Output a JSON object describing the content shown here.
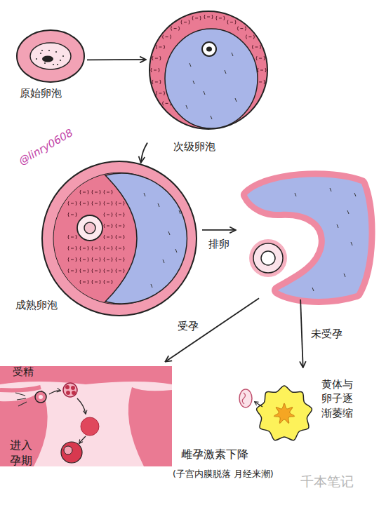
{
  "diagram": {
    "nodes": [
      {
        "text": [
          "原始卵泡"
        ]
      },
      {
        "text": [
          "次级卵泡"
        ]
      },
      {
        "text": [
          "成熟卵泡"
        ]
      },
      {
        "text": []
      },
      {
        "text": [
          "受精",
          "进入孕期"
        ]
      },
      {
        "text": [
          "黄体与卵子逐渐萎缩",
          "雌孕激素下降",
          "(子宫内膜脱落 月经来潮)"
        ]
      }
    ],
    "edges": [
      {
        "from": 0,
        "to": 1,
        "arrow": "to"
      },
      {
        "from": 1,
        "to": 2,
        "arrow": "to"
      },
      {
        "from": 2,
        "to": 3,
        "label": "排卵",
        "arrow": "to"
      },
      {
        "from": 3,
        "to": 4,
        "label": "受孕",
        "arrow": "to"
      },
      {
        "from": 3,
        "to": 5,
        "label": "未受孕",
        "arrow": "to"
      }
    ],
    "labels": [
      "@linry0608",
      "千本笔记"
    ]
  }
}
